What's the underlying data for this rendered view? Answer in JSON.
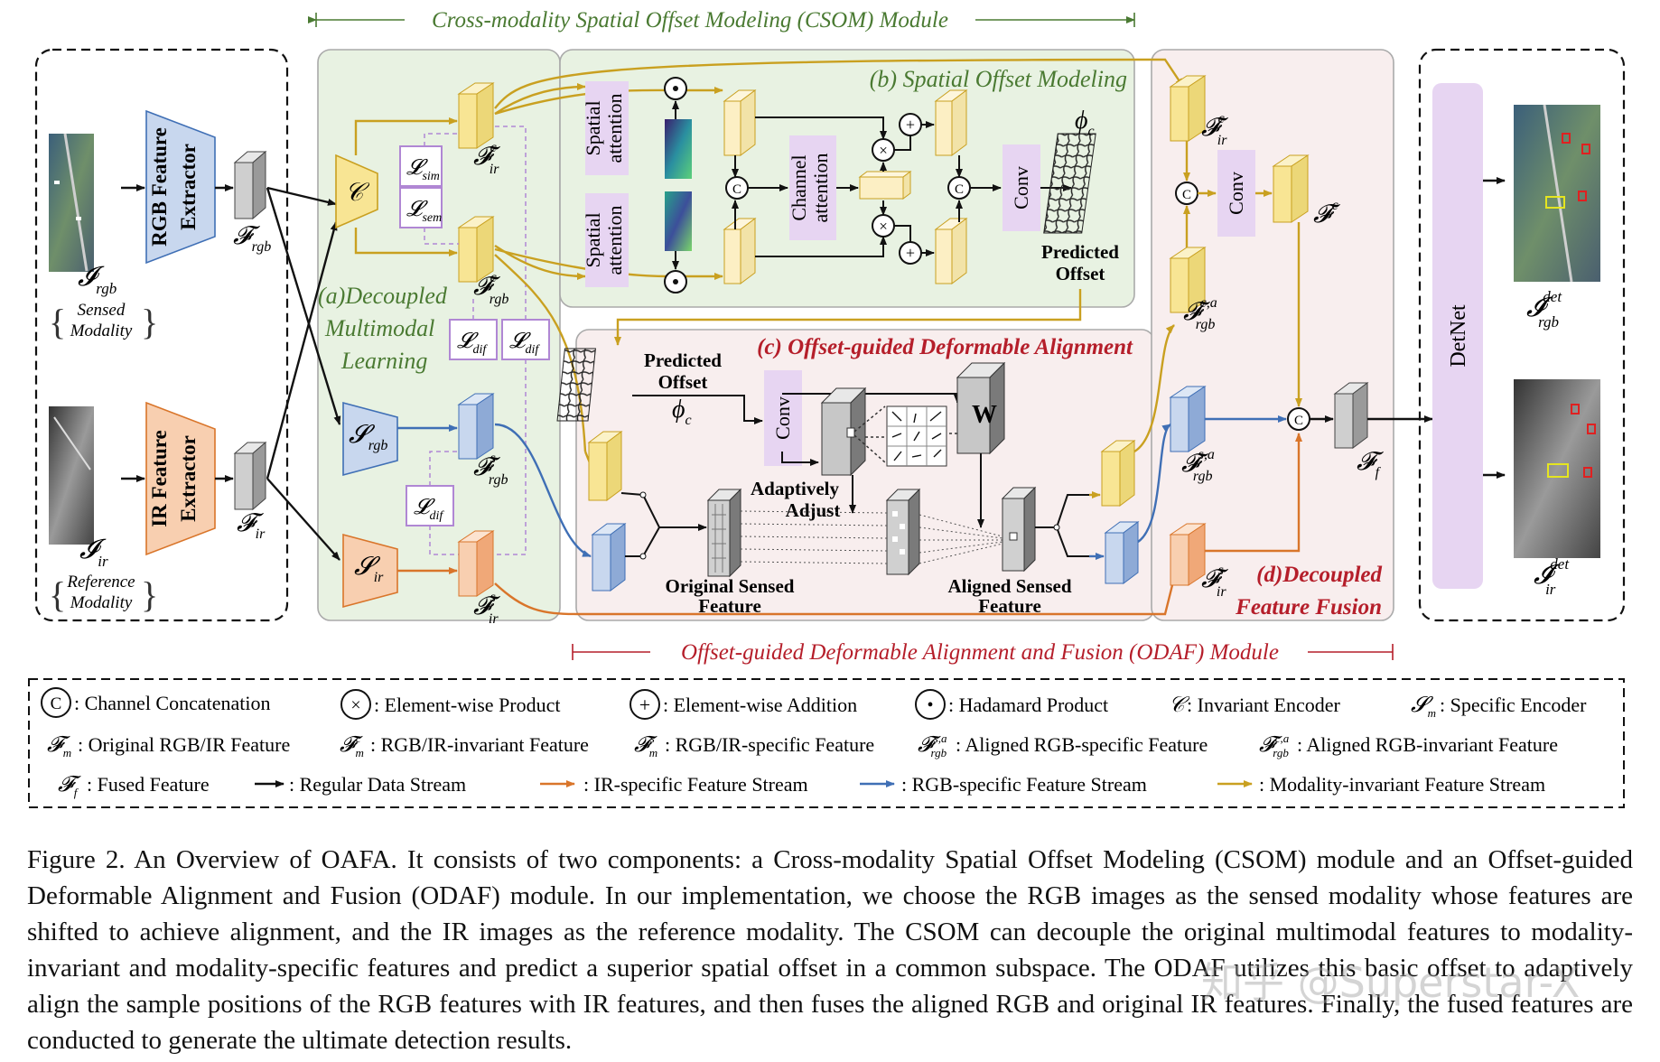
{
  "colors": {
    "invariant_stream": "#c9a020",
    "ir_stream": "#d9752a",
    "rgb_stream": "#3f6fb5",
    "csom_title": "#4a7a32",
    "odaf_title": "#b51e2a",
    "encoder_blue": "#c8d7ee",
    "encoder_orange": "#f8cfb0",
    "attention_purple": "#e7d5f2",
    "loss_border": "#b087d4",
    "invariant_enc_yellow": "#f8e594",
    "panel_green": "#e8f2e2",
    "panel_pink": "#f8eeee"
  },
  "modules": {
    "csom": "Cross-modality Spatial Offset Modeling (CSOM) Module",
    "odaf": "Offset-guided Deformable Alignment and Fusion (ODAF) Module"
  },
  "panels": {
    "a": [
      "(a)Decoupled",
      "Multimodal",
      "Learning"
    ],
    "b": "(b) Spatial Offset Modeling",
    "c": "(c) Offset-guided Deformable Alignment",
    "d": [
      "(d)Decoupled",
      "Feature Fusion"
    ]
  },
  "input": {
    "rgb_extractor": [
      "RGB Feature",
      "Extractor"
    ],
    "ir_extractor": [
      "IR Feature",
      "Extractor"
    ],
    "sensed_modality": [
      "Sensed",
      "Modality"
    ],
    "reference_modality": [
      "Reference",
      "Modality"
    ]
  },
  "symbols": {
    "I": "𝓘",
    "F": "𝓕",
    "S": "𝓢",
    "L": "𝓛",
    "C": "𝒞",
    "phi": "ϕ",
    "rgb": "rgb",
    "ir": "ir",
    "sim": "sim",
    "sem": "sem",
    "dif": "dif",
    "c": "c",
    "s": "s",
    "ca": "c,a",
    "sa": "s,a",
    "f": "f",
    "det": "det",
    "m": "m",
    "W": "W"
  },
  "blocks": {
    "spatial_attention": [
      "Spatial",
      "attention"
    ],
    "channel_attention": [
      "Channel",
      "attention"
    ],
    "conv": "Conv",
    "predicted_offset": [
      "Predicted",
      "Offset"
    ],
    "adaptively_adjust": [
      "Adaptively",
      "Adjust"
    ],
    "original_sensed": [
      "Original Sensed",
      "Feature"
    ],
    "aligned_sensed": [
      "Aligned Sensed",
      "Feature"
    ],
    "detnet": "DetNet"
  },
  "legend": {
    "row1": [
      {
        "glyph": "C",
        "text": ": Channel  Concatenation"
      },
      {
        "glyph": "×",
        "text": ": Element-wise Product"
      },
      {
        "glyph": "+",
        "text": ": Element-wise Addition"
      },
      {
        "glyph": "•",
        "text": ": Hadamard Product"
      },
      {
        "glyph": "𝒞",
        "text": ":  Invariant Encoder"
      },
      {
        "glyph": "𝓢m",
        "text": ": Specific Encoder"
      }
    ],
    "row2": [
      {
        "glyph": "𝓕m",
        "text": ": Original RGB/IR Feature"
      },
      {
        "glyph": "𝓕m^c",
        "text": ":  RGB/IR-invariant Feature"
      },
      {
        "glyph": "𝓕m^s",
        "text": ":  RGB/IR-specific Feature"
      },
      {
        "glyph": "𝓕rgb^s,a",
        "text": ":  Aligned RGB-specific Feature"
      },
      {
        "glyph": "𝓕rgb^c,a",
        "text": ":  Aligned  RGB-invariant Feature"
      }
    ],
    "row3": [
      {
        "glyph": "𝓕f",
        "text": ": Fused Feature"
      },
      {
        "glyph": "black-arrow",
        "text": ": Regular  Data Stream"
      },
      {
        "glyph": "orange-arrow",
        "text": ": IR-specific Feature Stream"
      },
      {
        "glyph": "blue-arrow",
        "text": ": RGB-specific  Feature Stream"
      },
      {
        "glyph": "yellow-arrow",
        "text": ": Modality-invariant  Feature Stream"
      }
    ]
  },
  "caption": "Figure 2. An Overview of OAFA. It consists of two components: a Cross-modality Spatial Offset Modeling (CSOM) module and an Offset-guided Deformable Alignment and Fusion (ODAF) module.  In our implementation, we choose the RGB images as the sensed modality whose features are shifted to achieve alignment, and the IR images as the reference modality.  The CSOM can decouple the original multimodal features to modality-invariant and modality-specific features and predict a superior spatial offset in a common subspace. The ODAF utilizes this basic offset to adaptively align the sample positions of the RGB features with IR features, and then fuses the aligned RGB and original IR features. Finally, the fused features are conducted to generate the ultimate detection results.",
  "watermark": "知乎 @Superstar-X"
}
